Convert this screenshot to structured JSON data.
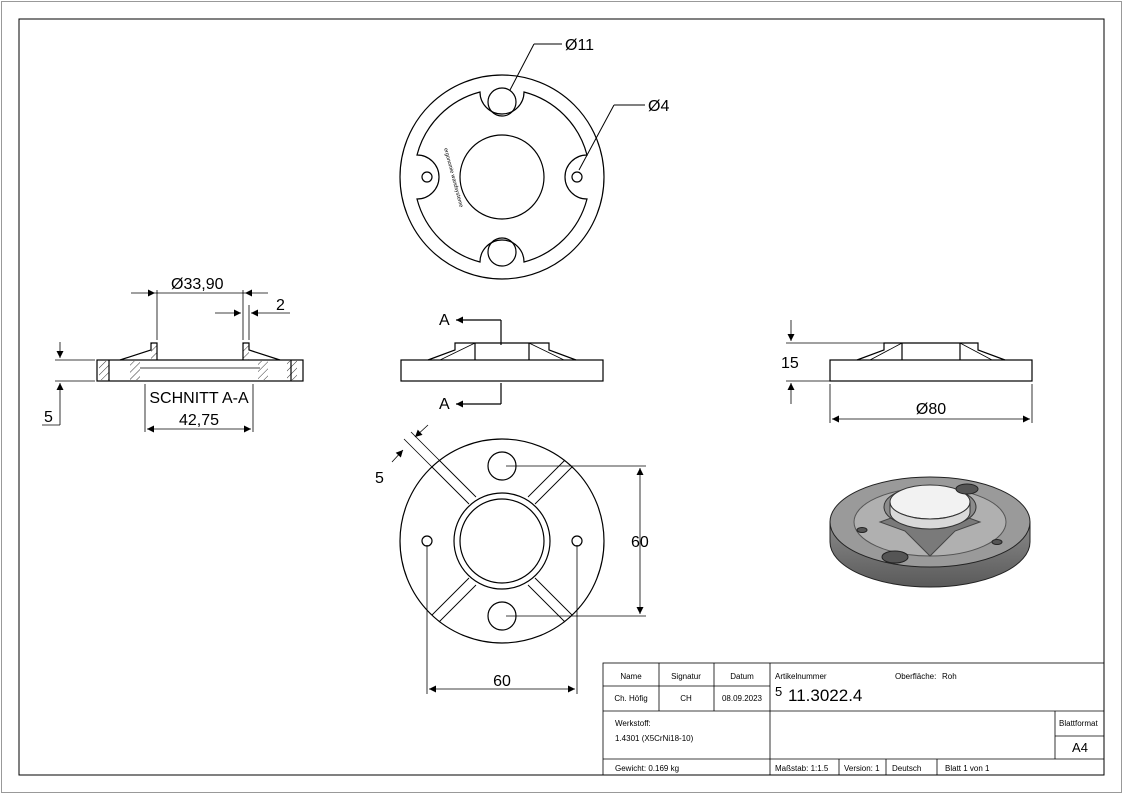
{
  "dimensions": {
    "top_hole_large": "Ø11",
    "top_hole_small": "Ø4",
    "section_inner_diameter": "Ø33,90",
    "section_wall": "2",
    "section_thickness": "5",
    "section_title": "SCHNITT A-A",
    "section_width": "42,75",
    "cut_label_top": "A",
    "cut_label_bottom": "A",
    "side_height": "15",
    "side_diameter": "Ø80",
    "rib_width": "5",
    "hole_pitch_vertical": "60",
    "hole_pitch_horizontal": "60",
    "engraving": "ergonomie wandsysteme"
  },
  "title_block": {
    "col_name": "Name",
    "col_signature": "Signatur",
    "col_date": "Datum",
    "name": "Ch. Höfig",
    "signature": "CH",
    "date": "08.09.2023",
    "article_label": "Artikelnummer",
    "article_prefix": "5",
    "article_number": "11.3022.4",
    "surface_label": "Oberfläche:",
    "surface_value": "Roh",
    "material_label": "Werkstoff:",
    "material_value": "1.4301 (X5CrNi18-10)",
    "format_label": "Blattformat",
    "format_value": "A4",
    "weight": "Gewicht: 0.169 kg",
    "scale": "Maßstab: 1:1.5",
    "version": "Version: 1",
    "language": "Deutsch",
    "sheet": "Blatt 1 von 1"
  }
}
